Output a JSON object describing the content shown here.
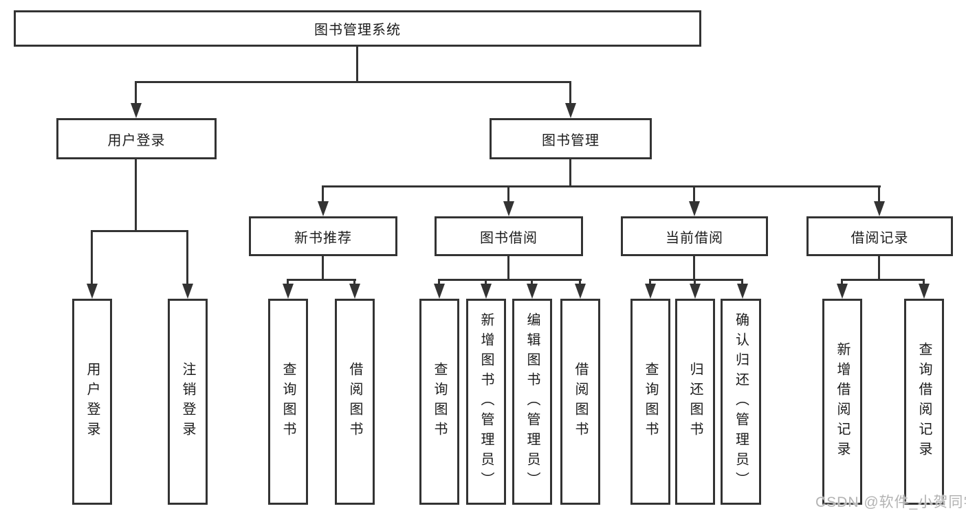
{
  "diagram": {
    "title": "图书管理系统",
    "colors": {
      "line": "#333333",
      "text": "#1c1c1c",
      "box_background": "#ffffff",
      "watermark": "#b3b3b3"
    },
    "tree": {
      "root": {
        "label": "图书管理系统",
        "children": [
          {
            "label": "用户登录",
            "children": [
              {
                "label": "用户登录"
              },
              {
                "label": "注销登录"
              }
            ]
          },
          {
            "label": "图书管理",
            "children": [
              {
                "label": "新书推荐",
                "children": [
                  {
                    "label": "查询图书"
                  },
                  {
                    "label": "借阅图书"
                  }
                ]
              },
              {
                "label": "图书借阅",
                "children": [
                  {
                    "label": "查询图书"
                  },
                  {
                    "label": "新增图书（管理员）"
                  },
                  {
                    "label": "编辑图书（管理员）"
                  },
                  {
                    "label": "借阅图书"
                  }
                ]
              },
              {
                "label": "当前借阅",
                "children": [
                  {
                    "label": "查询图书"
                  },
                  {
                    "label": "归还图书"
                  },
                  {
                    "label": "确认归还（管理员）"
                  }
                ]
              },
              {
                "label": "借阅记录",
                "children": [
                  {
                    "label": "新增借阅记录"
                  },
                  {
                    "label": "查询借阅记录"
                  }
                ]
              }
            ]
          }
        ]
      }
    },
    "watermark": "CSDN @软件_小贺同学"
  }
}
